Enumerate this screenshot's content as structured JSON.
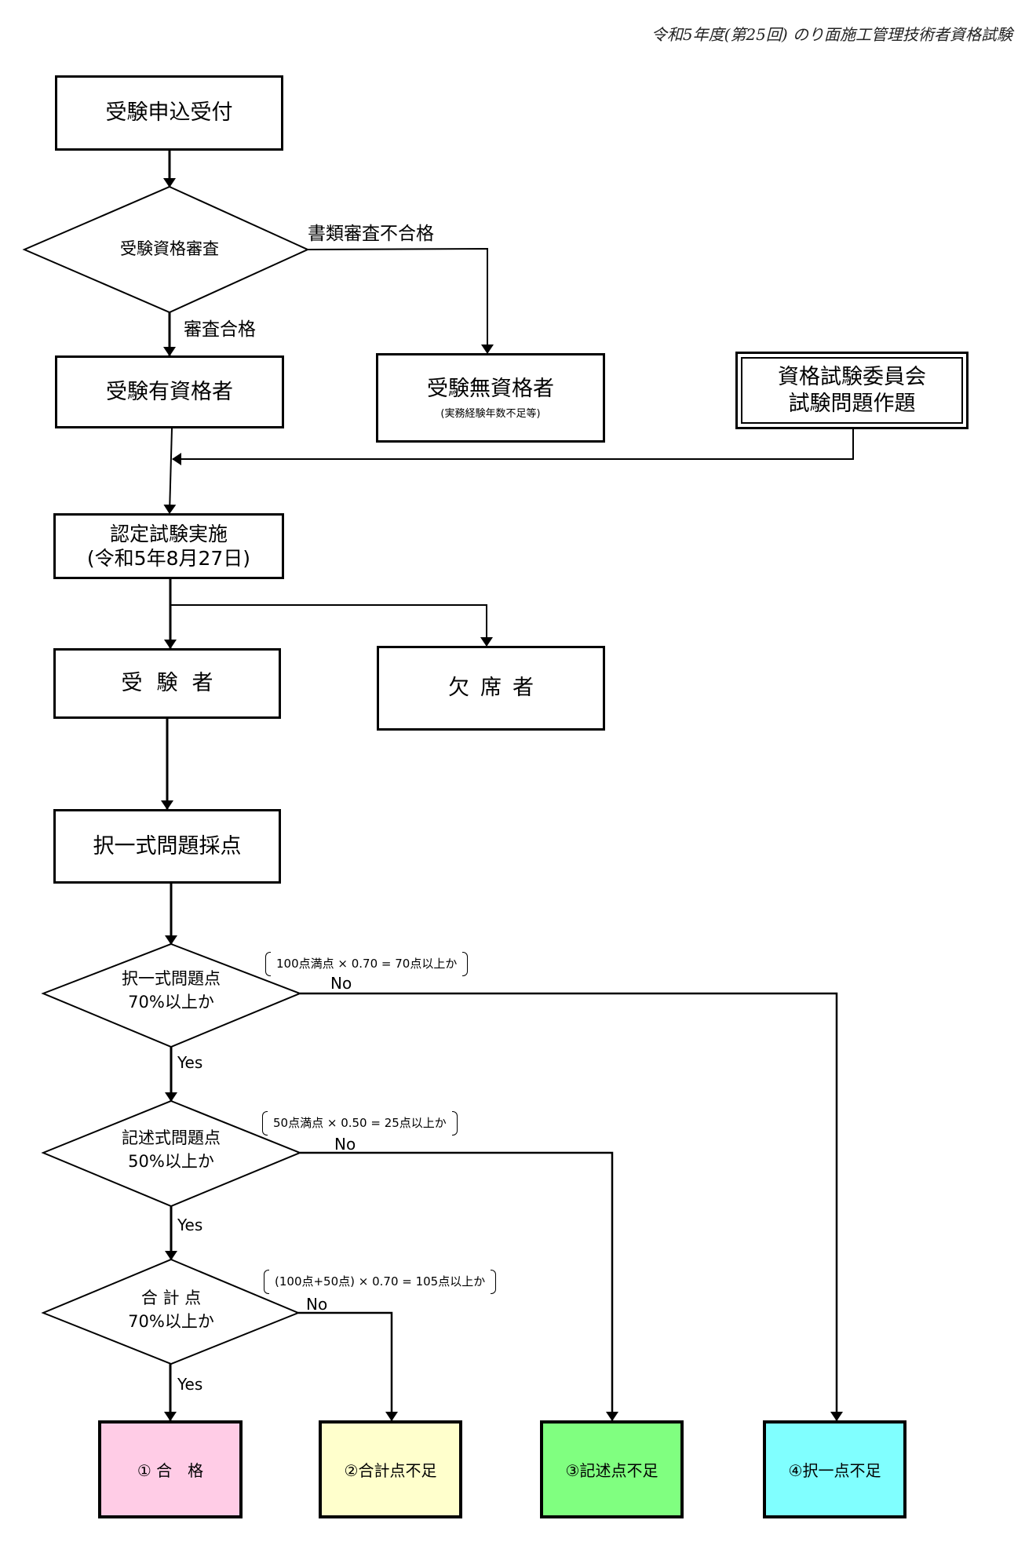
{
  "header": {
    "title": "令和5年度(第25回) のり面施工管理技術者資格試験"
  },
  "nodes": {
    "application": {
      "label": "受験申込受付"
    },
    "qualification_review": {
      "label": "受験資格審査"
    },
    "eligible": {
      "label": "受験有資格者"
    },
    "ineligible": {
      "label": "受験無資格者",
      "note": "(実務経験年数不足等)"
    },
    "committee": {
      "line1": "資格試験委員会",
      "line2": "試験問題作題"
    },
    "exam": {
      "line1": "認定試験実施",
      "line2": "(令和5年8月27日)"
    },
    "examinees": {
      "label": "受験者"
    },
    "absentees": {
      "label": "欠席者"
    },
    "mc_scoring": {
      "label": "択一式問題採点"
    },
    "q1": {
      "line1": "択一式問題点",
      "line2": "70%以上か",
      "note": "100点満点 × 0.70 = 70点以上か"
    },
    "q2": {
      "line1": "記述式問題点",
      "line2": "50%以上か",
      "note": "50点満点 × 0.50 = 25点以上か"
    },
    "q3": {
      "line1": "合 計 点",
      "line2": "70%以上か",
      "note": "(100点+50点) × 0.70 = 105点以上か"
    }
  },
  "edges": {
    "review_fail": "書類審査不合格",
    "review_pass": "審査合格",
    "yes": "Yes",
    "no": "No"
  },
  "results": [
    {
      "label": "① 合　格",
      "color": "#FFCCE6"
    },
    {
      "label": "②合計点不足",
      "color": "#FFFFCC"
    },
    {
      "label": "③記述点不足",
      "color": "#80FF80"
    },
    {
      "label": "④択一点不足",
      "color": "#80FFFF"
    }
  ]
}
